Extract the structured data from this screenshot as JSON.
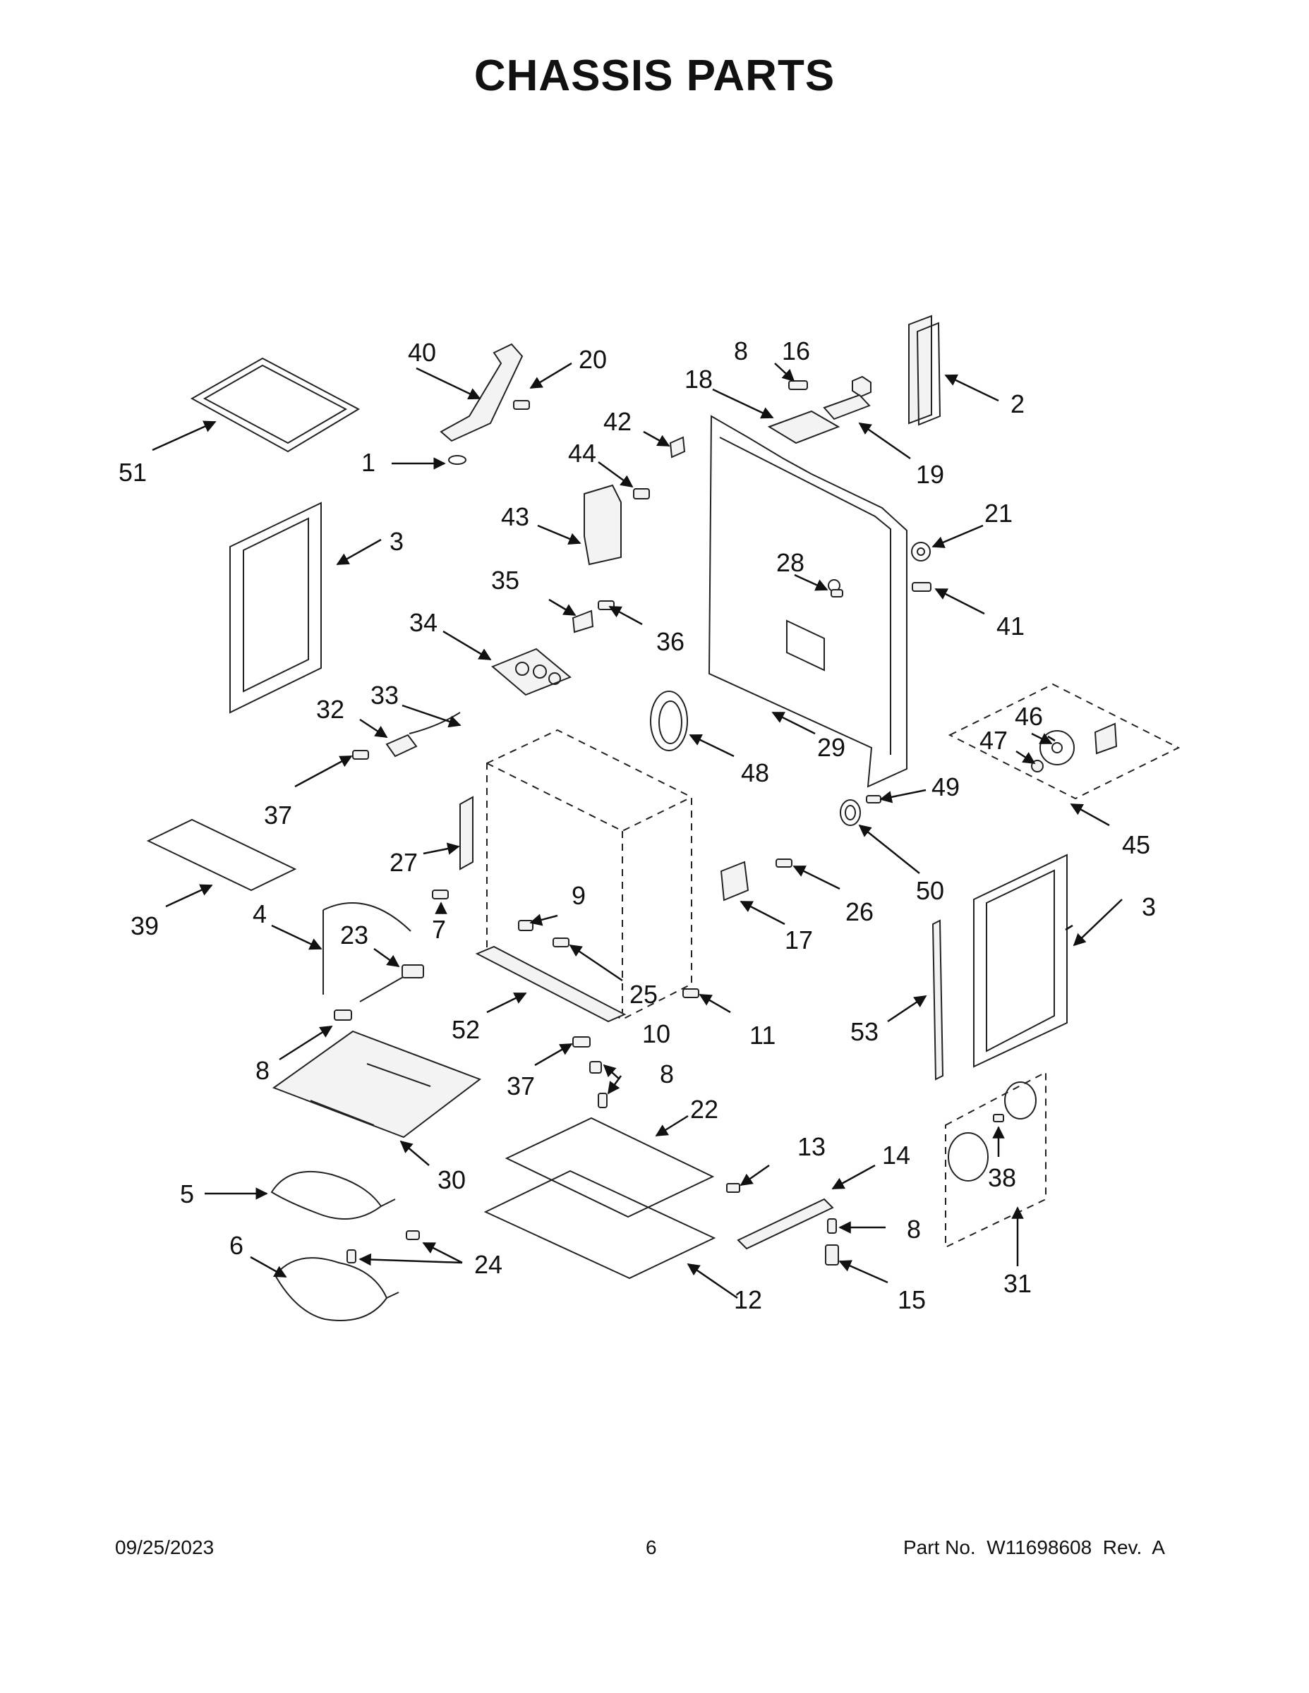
{
  "title": "CHASSIS PARTS",
  "callouts": {
    "c1": "1",
    "c2": "2",
    "c3a": "3",
    "c3b": "3",
    "c4": "4",
    "c5": "5",
    "c6": "6",
    "c7": "7",
    "c8a": "8",
    "c8b": "8",
    "c8c": "8",
    "c8d": "8",
    "c9": "9",
    "c10": "10",
    "c11": "11",
    "c12": "12",
    "c13": "13",
    "c14": "14",
    "c15": "15",
    "c16": "16",
    "c17": "17",
    "c18": "18",
    "c19": "19",
    "c20": "20",
    "c21": "21",
    "c22": "22",
    "c23": "23",
    "c24": "24",
    "c25": "25",
    "c26": "26",
    "c27": "27",
    "c28": "28",
    "c29": "29",
    "c30": "30",
    "c31": "31",
    "c32": "32",
    "c33": "33",
    "c34": "34",
    "c35": "35",
    "c36": "36",
    "c37a": "37",
    "c37b": "37",
    "c38": "38",
    "c39": "39",
    "c40": "40",
    "c41": "41",
    "c42": "42",
    "c43": "43",
    "c44": "44",
    "c45": "45",
    "c46": "46",
    "c47": "47",
    "c48": "48",
    "c49": "49",
    "c50": "50",
    "c51": "51",
    "c52": "52",
    "c53": "53"
  },
  "footer": {
    "date": "09/25/2023",
    "page_number": "6",
    "part_number": "Part No.  W11698608  Rev.  A"
  }
}
